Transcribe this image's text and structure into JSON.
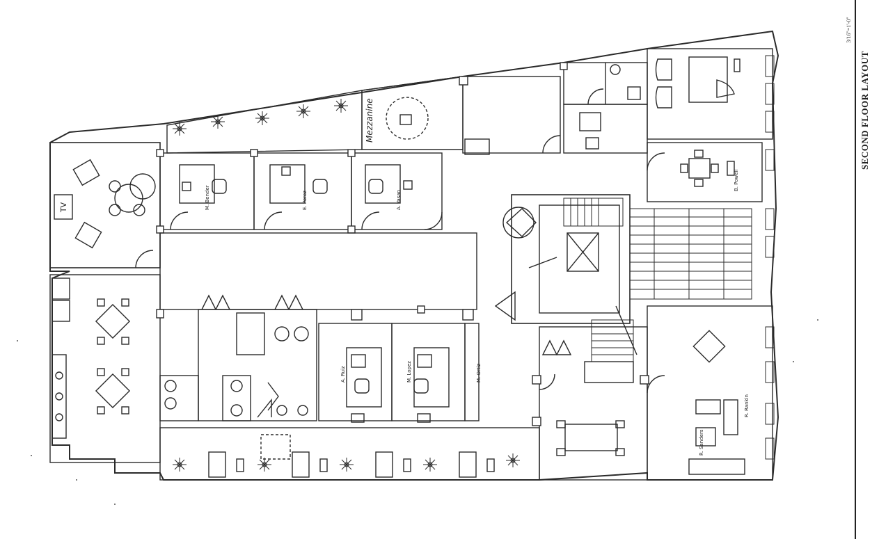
{
  "sheet": {
    "title": "SECOND FLOOR LAYOUT",
    "scale": "3/16\"=1'-0\""
  },
  "rooms": {
    "tv_label": "TV",
    "handwritten_label": "Mezzanine",
    "office_names": [
      "M. Bender",
      "E. Perez",
      "A. Yasan",
      "A. Ruiz",
      "M. Lopez",
      "M. Ortiz",
      "R. Rankin",
      "B. Powell",
      "R. Sanders"
    ]
  },
  "colors": {
    "line": "#2a2a2a",
    "paper": "#ffffff",
    "hatch": "#666666"
  }
}
